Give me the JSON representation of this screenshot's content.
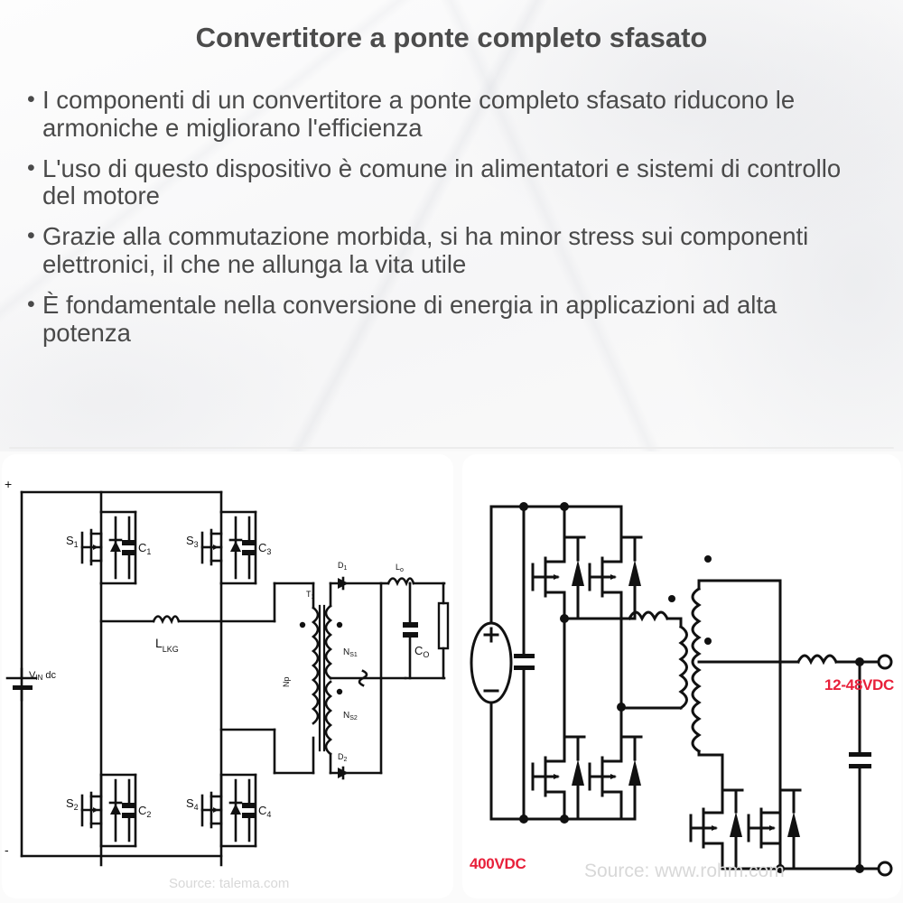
{
  "header": {
    "title": "Convertitore a ponte completo sfasato",
    "bullet_marker": "•",
    "bullets": [
      "I componenti di un convertitore a ponte completo sfasato riducono le armoniche e migliorano l'efficienza",
      "L'uso di questo dispositivo è comune in alimentatori e sistemi di controllo del motore",
      "Grazie alla commutazione morbida, si ha minor stress sui componenti elettronici, il che ne allunga la vita utile",
      "È fondamentale nella conversione di energia in applicazioni ad alta potenza"
    ]
  },
  "colors": {
    "text": "#4a4a4a",
    "title": "#4c4c4c",
    "schematic_line": "#111111",
    "voltage_label": "#e8203a",
    "watermark": "#d8d8d8",
    "panel_background": "#ffffff",
    "page_background": "#fbfbfb",
    "divider": "#ececec"
  },
  "panels": {
    "left": {
      "name": "phase-shifted-full-bridge-schematic",
      "watermark": "Source: talema.com",
      "labels": {
        "supply": "V",
        "supply_sub": "IN",
        "supply_suffix": " dc",
        "plus": "+",
        "minus": "-",
        "switches": [
          "S",
          "S",
          "S",
          "S"
        ],
        "switch_subs": [
          "1",
          "2",
          "3",
          "4"
        ],
        "caps": [
          "C",
          "C",
          "C",
          "C"
        ],
        "cap_subs": [
          "1",
          "2",
          "3",
          "4"
        ],
        "leakage_inductor": "L",
        "leakage_inductor_sub": "LKG",
        "transformer": "T",
        "transformer_sub": "1",
        "primary": "Np",
        "secondary1": "N",
        "secondary1_sub": "S1",
        "secondary2": "N",
        "secondary2_sub": "S2",
        "diode1": "D",
        "diode1_sub": "1",
        "diode2": "D",
        "diode2_sub": "2",
        "out_inductor": "L",
        "out_inductor_sub": "o",
        "out_cap": "C",
        "out_cap_sub": "O"
      }
    },
    "right": {
      "name": "rohm-full-bridge-converter-schematic",
      "watermark": "Source: www.rohm.com",
      "labels": {
        "input_voltage": "400VDC",
        "output_voltage": "12-48VDC",
        "source_plus": "+",
        "source_minus": "−"
      }
    }
  }
}
